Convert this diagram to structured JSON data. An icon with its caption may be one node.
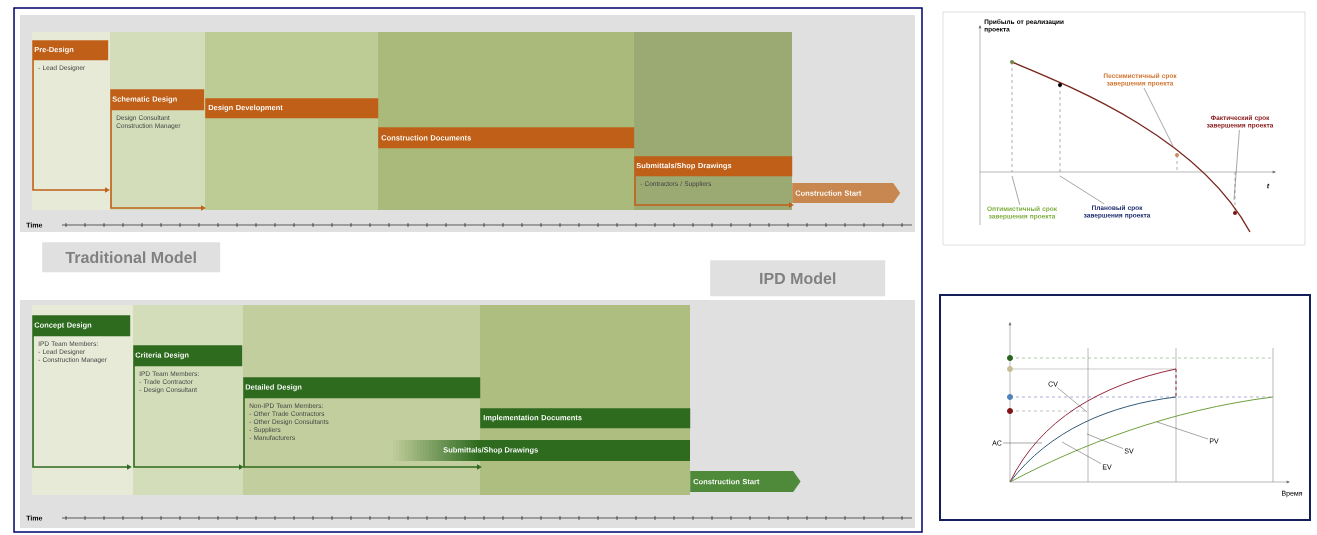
{
  "diagram": {
    "nodes": [
      {
        "text": [
          "Pre-Design",
          "- Lead Designer"
        ]
      },
      {
        "text": [
          "Schematic Design",
          "Design Consultant",
          "Construction Manager"
        ]
      },
      {
        "text": [
          "Design Development"
        ]
      },
      {
        "text": [
          "Construction Documents"
        ]
      },
      {
        "text": [
          "Submittals/Shop Drawings",
          "- Contractors / Suppliers"
        ]
      },
      {
        "text": [
          "Construction Start"
        ]
      },
      {
        "text": [
          "Traditional Model"
        ]
      },
      {
        "text": [
          "IPD Model"
        ]
      },
      {
        "text": [
          "Concept Design",
          "IPD Team Members:",
          "- Lead Designer",
          "- Construction Manager"
        ]
      },
      {
        "text": [
          "Criteria Design",
          "IPD Team Members:",
          "- Trade Contractor",
          "- Design Consultant"
        ]
      },
      {
        "text": [
          "Detailed Design",
          "Non-IPD Team Members:",
          "- Other Trade Contractors",
          "- Other Design Consultants",
          "- Suppliers",
          "- Manufacturers"
        ]
      },
      {
        "text": [
          "Implementation Documents"
        ]
      },
      {
        "text": [
          "Submittals/Shop Drawings"
        ]
      },
      {
        "text": [
          "Construction Start"
        ]
      },
      {
        "text": [
          "Пессимистичный срок завершения проекта"
        ]
      },
      {
        "text": [
          "Фактический срок завершения проекта"
        ]
      },
      {
        "text": [
          "Оптимистичный срок завершения проекта"
        ]
      },
      {
        "text": [
          "Плановый срок завершения проекта"
        ]
      },
      {
        "text": [
          "CV"
        ]
      },
      {
        "text": [
          "AC"
        ]
      },
      {
        "text": [
          "PV"
        ]
      },
      {
        "text": [
          "SV"
        ]
      },
      {
        "text": [
          "EV"
        ]
      }
    ],
    "edges": [
      {
        "from": 14,
        "to": null,
        "arrow": "none"
      },
      {
        "from": 15,
        "to": null,
        "arrow": "none"
      },
      {
        "from": 16,
        "to": null,
        "arrow": "none"
      },
      {
        "from": 17,
        "to": null,
        "arrow": "none"
      },
      {
        "from": 18,
        "to": null,
        "arrow": "none"
      },
      {
        "from": 19,
        "to": null,
        "arrow": "none"
      },
      {
        "from": 20,
        "to": null,
        "arrow": "none"
      },
      {
        "from": 21,
        "to": null,
        "arrow": "none"
      },
      {
        "from": 22,
        "to": null,
        "arrow": "none"
      }
    ],
    "labels": [
      "Time",
      "Time",
      "Прибыль от реализации проекта",
      "t",
      "Время"
    ]
  }
}
